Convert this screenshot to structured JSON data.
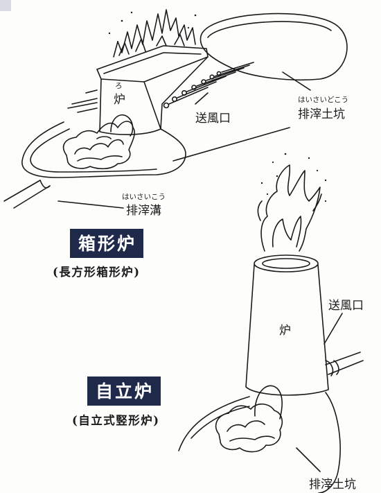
{
  "box_furnace": {
    "title": "箱形炉",
    "subtitle": "(長方形箱形炉)",
    "labels": {
      "furnace": "炉",
      "furnace_ruby": "ろ",
      "tuyere": "送風口",
      "slag_pit": "排滓土坑",
      "slag_pit_ruby": "はいさいどこう",
      "slag_channel": "排滓溝",
      "slag_channel_ruby": "はいさいこう"
    }
  },
  "shaft_furnace": {
    "title": "自立炉",
    "subtitle": "(自立式竪形炉)",
    "labels": {
      "furnace": "炉",
      "tuyere": "送風口",
      "slag_pit": "排滓土坑"
    }
  },
  "colors": {
    "title_bg": "#1f2a4a",
    "title_fg": "#ffffff",
    "line": "#1a1a1a"
  }
}
